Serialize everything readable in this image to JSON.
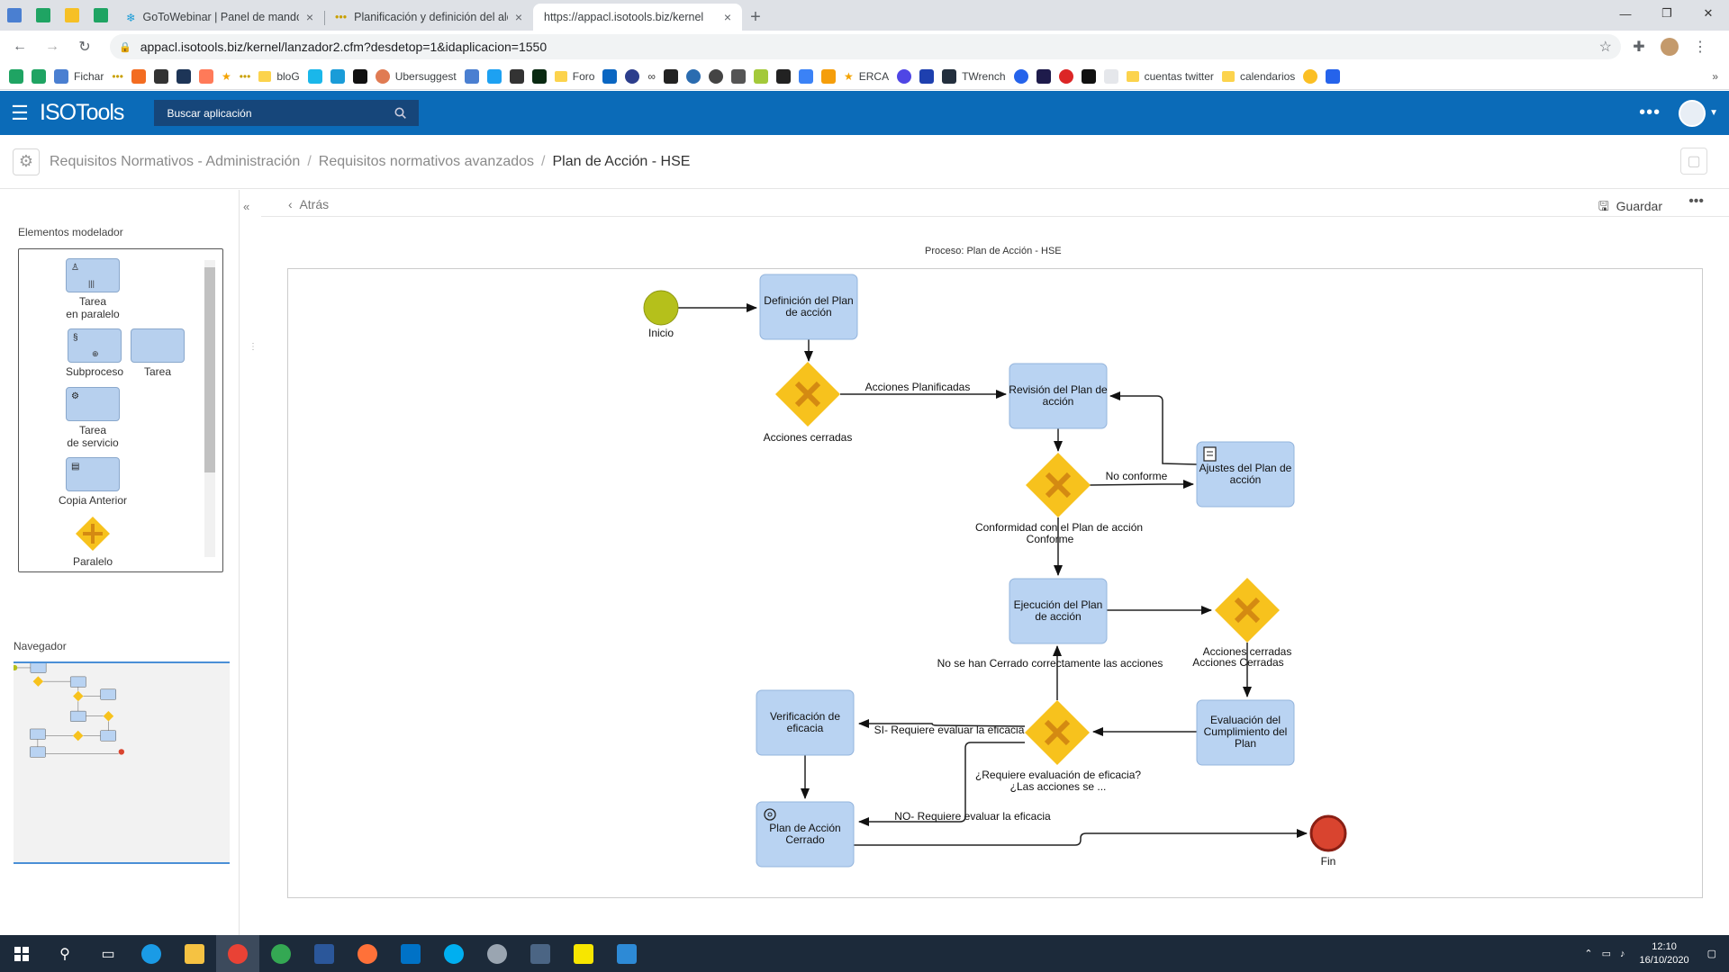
{
  "browser": {
    "tabs": [
      {
        "label": "GoToWebinar | Panel de mandos",
        "close": "×"
      },
      {
        "label": "Planificación y definición del alca",
        "close": "×"
      },
      {
        "label": "https://appacl.isotools.biz/kernel",
        "close": "×"
      }
    ],
    "new_tab": "+",
    "url": "appacl.isotools.biz/kernel/lanzador2.cfm?desdetop=1&idaplicacion=1550",
    "bookmarks": [
      "Fichar",
      "bloG",
      "Ubersuggest",
      "Foro",
      "ERCA",
      "TWrench",
      "cuentas twitter",
      "calendarios"
    ]
  },
  "app": {
    "logo": "ISOTools",
    "search_placeholder": "Buscar aplicación",
    "breadcrumb": [
      "Requisitos Normativos - Administración",
      "Requisitos normativos avanzados",
      "Plan de Acción - HSE"
    ],
    "toolbar": {
      "back": "Atrás",
      "save": "Guardar"
    }
  },
  "sidebar": {
    "elements_title": "Elementos modelador",
    "items": [
      {
        "line1": "Tarea",
        "line2": "en paralelo"
      },
      {
        "line1": "Subproceso",
        "line2": ""
      },
      {
        "line1": "Tarea",
        "line2": ""
      },
      {
        "line1": "Tarea",
        "line2": "de servicio"
      },
      {
        "line1": "Copia Anterior",
        "line2": ""
      },
      {
        "line1": "Paralelo",
        "line2": ""
      }
    ],
    "navigator_title": "Navegador"
  },
  "diagram": {
    "process_title": "Proceso: Plan de Acción - HSE",
    "start_label": "Inicio",
    "end_label": "Fin",
    "tasks": {
      "definicion": [
        "Definición del Plan",
        "de acción"
      ],
      "revision": [
        "Revisión del Plan de",
        "acción"
      ],
      "ajustes": [
        "Ajustes del Plan de",
        "acción"
      ],
      "ejecucion": [
        "Ejecución del Plan",
        "de acción"
      ],
      "evaluacion": [
        "Evaluación del",
        "Cumplimiento del",
        "Plan"
      ],
      "verificacion": [
        "Verificación de",
        "eficacia"
      ],
      "cerrado": [
        "Plan de Acción",
        "Cerrado"
      ]
    },
    "gateways": {
      "g1": "Acciones cerradas",
      "g2": [
        "Conformidad con el Plan de acción",
        "Conforme"
      ],
      "g3": [
        "Acciones cerradas",
        "Acciones Cerradas"
      ],
      "g4": [
        "¿Requiere evaluación de eficacia?",
        "¿Las acciones se ..."
      ]
    },
    "flows": {
      "planificadas": "Acciones Planificadas",
      "no_conforme": "No conforme",
      "no_cerrado": "No se han Cerrado correctamente las acciones",
      "si_eficacia": "SI- Requiere evaluar la eficacia",
      "no_eficacia": "NO- Requiere evaluar la eficacia"
    },
    "colors": {
      "task_fill": "#b9d3f2",
      "task_stroke": "#93b4dc",
      "gateway": "#f7c21d",
      "gateway_x": "#d48a12",
      "start": "#b5c01b",
      "end": "#d9442f"
    }
  },
  "taskbar": {
    "time": "12:10",
    "date": "16/10/2020"
  }
}
